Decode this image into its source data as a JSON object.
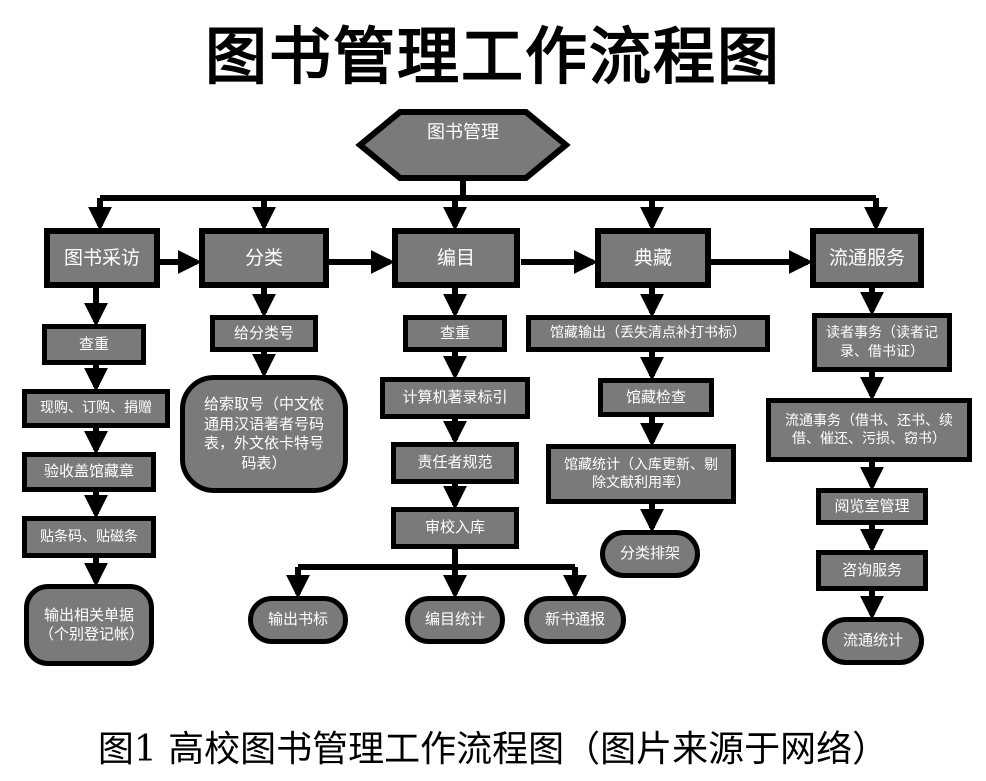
{
  "title": "图书管理工作流程图",
  "caption": "图1 高校图书管理工作流程图（图片来源于网络）",
  "root": "图书管理",
  "stages": {
    "acquisition": "图书采访",
    "classification": "分类",
    "cataloging": "编目",
    "collection": "典藏",
    "circulation": "流通服务"
  },
  "acquisition_steps": {
    "dup_check": "查重",
    "purchase": "现购、订购、捐赠",
    "accept": "验收盖馆藏章",
    "barcode": "贴条码、贴磁条",
    "output": "输出相关单据（个别登记帐）"
  },
  "classification_steps": {
    "class_no": "给分类号",
    "call_no": "给索取号（中文依通用汉语著者号码表，外文依卡特号码表）"
  },
  "cataloging_steps": {
    "dup_check": "查重",
    "computer": "计算机著录标引",
    "responsibility": "责任者规范",
    "review": "审校入库",
    "label": "输出书标",
    "stats": "编目统计",
    "new_books": "新书通报"
  },
  "collection_steps": {
    "output": "馆藏输出（丢失清点补打书标）",
    "check": "馆藏检查",
    "stats": "馆藏统计（入库更新、剔除文献利用率）",
    "shelving": "分类排架"
  },
  "circulation_steps": {
    "reader": "读者事务（读者记录、借书证）",
    "affairs": "流通事务（借书、还书、续借、催还、污损、窃书）",
    "reading_room": "阅览室管理",
    "consult": "咨询服务",
    "stats": "流通统计"
  }
}
